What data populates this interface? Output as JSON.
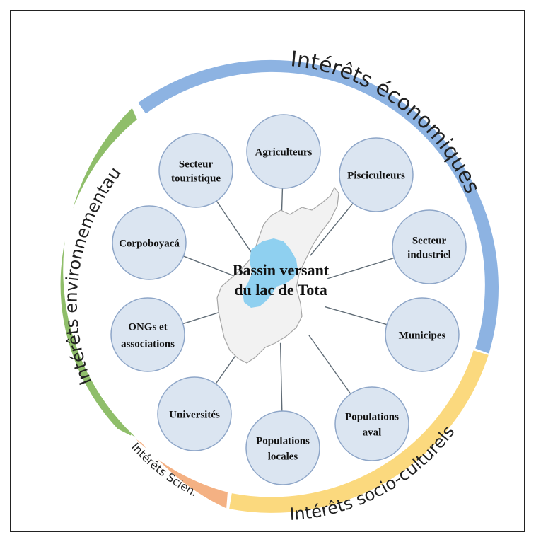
{
  "center": {
    "line1": "Bassin versant",
    "line2": "du lac de Tota"
  },
  "rings": [
    {
      "id": "economiques",
      "label": "Intérêts économiques",
      "color": "#8db3e2"
    },
    {
      "id": "environnementaux",
      "label": "Intérêts environnementaux",
      "color": "#8fbe6a"
    },
    {
      "id": "socioculturels",
      "label": "Intérêts socio-culturels",
      "color": "#fbd97e"
    },
    {
      "id": "scientifiques",
      "label": "Intérêts Scien.",
      "color": "#f4b183"
    }
  ],
  "stakeholders": [
    {
      "id": "agriculteurs",
      "lines": [
        "Agriculteurs"
      ]
    },
    {
      "id": "pisciculteurs",
      "lines": [
        "Pisciculteurs"
      ]
    },
    {
      "id": "secteur-industriel",
      "lines": [
        "Secteur",
        "industriel"
      ]
    },
    {
      "id": "municipes",
      "lines": [
        "Municipes"
      ]
    },
    {
      "id": "populations-aval",
      "lines": [
        "Populations",
        "aval"
      ]
    },
    {
      "id": "populations-locales",
      "lines": [
        "Populations",
        "locales"
      ]
    },
    {
      "id": "universites",
      "lines": [
        "Universités"
      ]
    },
    {
      "id": "ongs",
      "lines": [
        "ONGs et",
        "associations"
      ]
    },
    {
      "id": "corpoboyaca",
      "lines": [
        "Corpoboyacá"
      ]
    },
    {
      "id": "secteur-touristique",
      "lines": [
        "Secteur",
        "touristique"
      ]
    }
  ],
  "colors": {
    "node_fill": "#dbe5f1",
    "node_stroke": "#8ea6c8",
    "lake": "#8fd0f0",
    "basin_fill": "#f2f2f2",
    "basin_stroke": "#a6a6a6",
    "connector": "#5f6b75"
  }
}
